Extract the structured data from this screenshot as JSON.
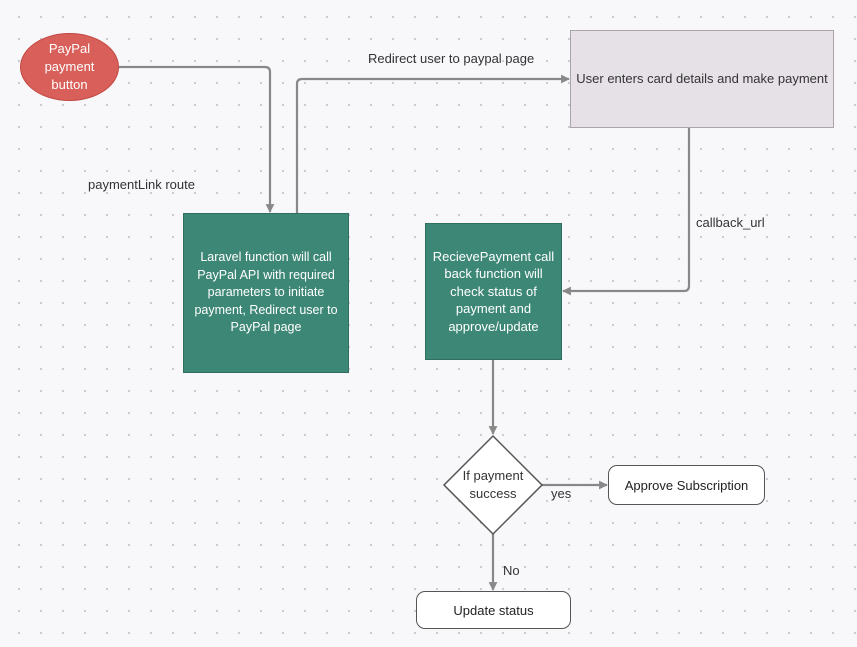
{
  "diagram": {
    "nodes": {
      "start": {
        "text": "PayPal\npayment\nbutton",
        "shape": "ellipse",
        "color": "#d9605a"
      },
      "laravel_function": {
        "text": "Laravel function will  call PayPal API with required parameters to initiate payment, Redirect user to PayPal page",
        "shape": "rectangle",
        "color": "#3d8776"
      },
      "card_payment": {
        "text": "User enters card details and make payment",
        "shape": "rectangle",
        "color": "#e6e1e7"
      },
      "receive_payment": {
        "text": "RecievePayment call back function will check status of payment and approve/update",
        "shape": "rectangle",
        "color": "#3d8776"
      },
      "decision": {
        "text": "If payment success",
        "shape": "diamond"
      },
      "approve": {
        "text": "Approve Subscription",
        "shape": "rounded-rectangle"
      },
      "update": {
        "text": "Update status",
        "shape": "rounded-rectangle"
      }
    },
    "edges": {
      "payment_link": {
        "from": "start",
        "to": "laravel_function",
        "label": "paymentLink route"
      },
      "redirect": {
        "from": "laravel_function",
        "to": "card_payment",
        "label": "Redirect user to paypal page"
      },
      "callback": {
        "from": "card_payment",
        "to": "receive_payment",
        "label": "callback_url"
      },
      "check": {
        "from": "receive_payment",
        "to": "decision",
        "label": ""
      },
      "yes": {
        "from": "decision",
        "to": "approve",
        "label": "yes"
      },
      "no": {
        "from": "decision",
        "to": "update",
        "label": "No"
      }
    },
    "colors": {
      "connector": "#888888",
      "canvas": "#f8f8fb"
    }
  }
}
